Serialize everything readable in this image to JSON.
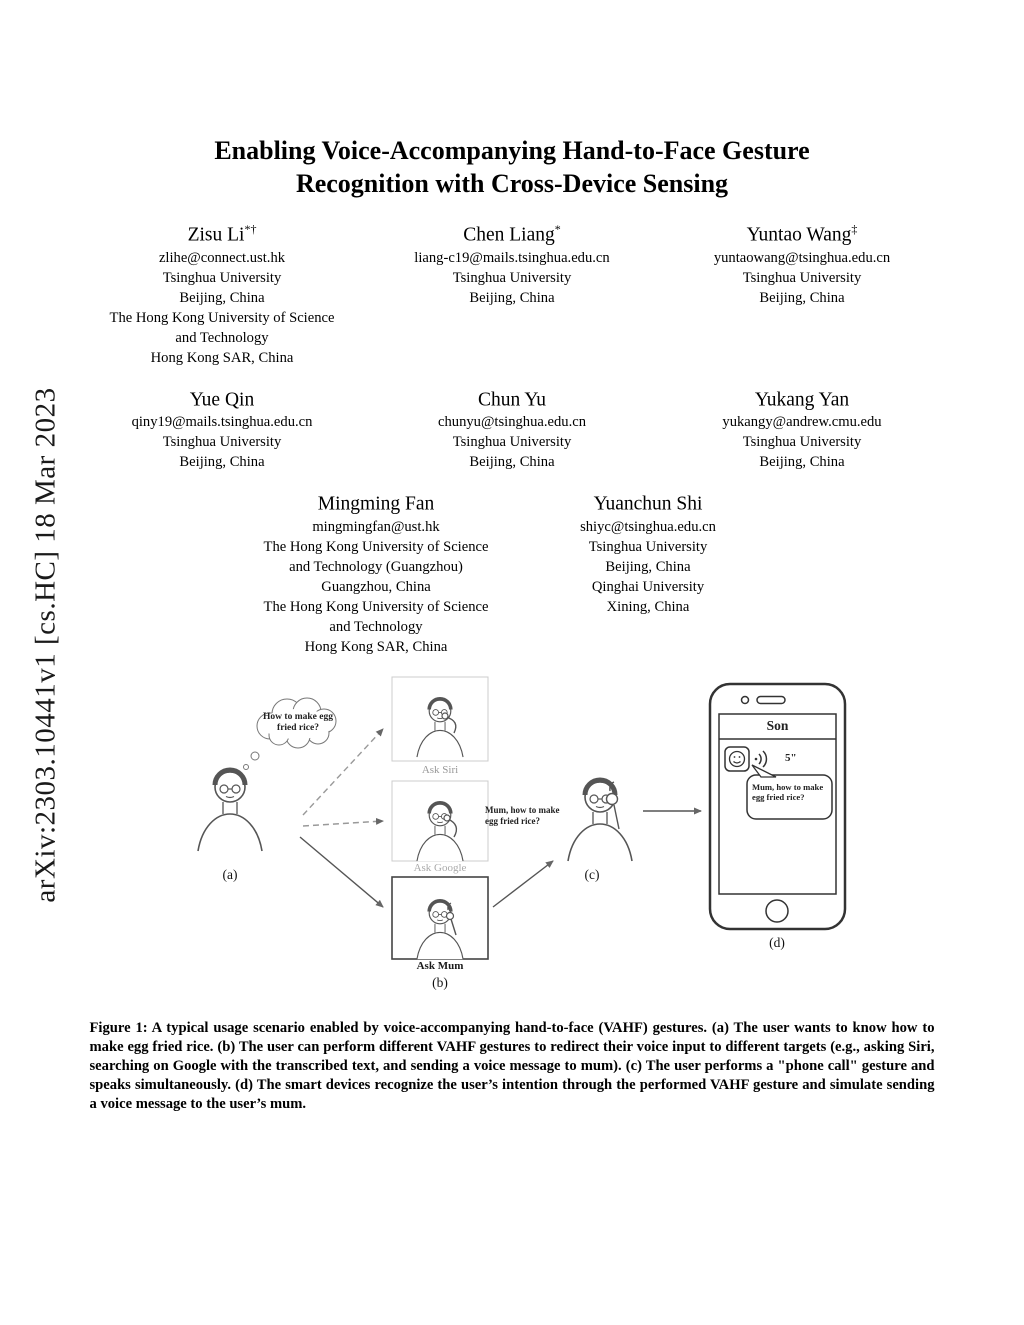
{
  "arxiv_label": "arXiv:2303.10441v1  [cs.HC]  18 Mar 2023",
  "title": {
    "line1": "Enabling Voice-Accompanying Hand-to-Face Gesture",
    "line2": "Recognition with Cross-Device Sensing"
  },
  "authors": [
    {
      "name": "Zisu Li",
      "sup": "*†",
      "lines": [
        "zlihe@connect.ust.hk",
        "Tsinghua University",
        "Beijing, China",
        "The Hong Kong University of Science",
        "and Technology",
        "Hong Kong SAR, China"
      ]
    },
    {
      "name": "Chen Liang",
      "sup": "*",
      "lines": [
        "liang-c19@mails.tsinghua.edu.cn",
        "Tsinghua University",
        "Beijing, China"
      ]
    },
    {
      "name": "Yuntao Wang",
      "sup": "‡",
      "lines": [
        "yuntaowang@tsinghua.edu.cn",
        "Tsinghua University",
        "Beijing, China"
      ]
    },
    {
      "name": "Yue Qin",
      "sup": "",
      "lines": [
        "qiny19@mails.tsinghua.edu.cn",
        "Tsinghua University",
        "Beijing, China"
      ]
    },
    {
      "name": "Chun Yu",
      "sup": "",
      "lines": [
        "chunyu@tsinghua.edu.cn",
        "Tsinghua University",
        "Beijing, China"
      ]
    },
    {
      "name": "Yukang Yan",
      "sup": "",
      "lines": [
        "yukangy@andrew.cmu.edu",
        "Tsinghua University",
        "Beijing, China"
      ]
    },
    {
      "name": "Mingming Fan",
      "sup": "",
      "lines": [
        "mingmingfan@ust.hk",
        "The Hong Kong University of Science",
        "and Technology (Guangzhou)",
        "Guangzhou, China",
        "The Hong Kong University of Science",
        "and Technology",
        "Hong Kong SAR, China"
      ]
    },
    {
      "name": "Yuanchun Shi",
      "sup": "",
      "lines": [
        "shiyc@tsinghua.edu.cn",
        "Tsinghua University",
        "Beijing, China",
        "Qinghai University",
        "Xining, China"
      ]
    }
  ],
  "figure": {
    "thought_text": "How to make egg fried rice?",
    "spoken_text": "Mum, how to make egg fried rice?",
    "panels": [
      "Ask Siri",
      "Ask Google",
      "Ask Mum"
    ],
    "labels": {
      "a": "(a)",
      "b": "(b)",
      "c": "(c)",
      "d": "(d)"
    },
    "phone": {
      "contact": "Son",
      "duration": "5\"",
      "message": "Mum, how to make egg fried rice?"
    }
  },
  "caption": "Figure 1: A typical usage scenario enabled by voice-accompanying hand-to-face (VAHF) gestures. (a) The user wants to know how to make egg fried rice. (b) The user can perform different VAHF gestures to redirect their voice input to different targets (e.g., asking Siri, searching on Google with the transcribed text, and sending a voice message to mum). (c) The user performs a \"phone call\" gesture and speaks simultaneously. (d) The smart devices recognize the user’s intention through the performed VAHF gesture and simulate sending a voice message to the user’s mum."
}
